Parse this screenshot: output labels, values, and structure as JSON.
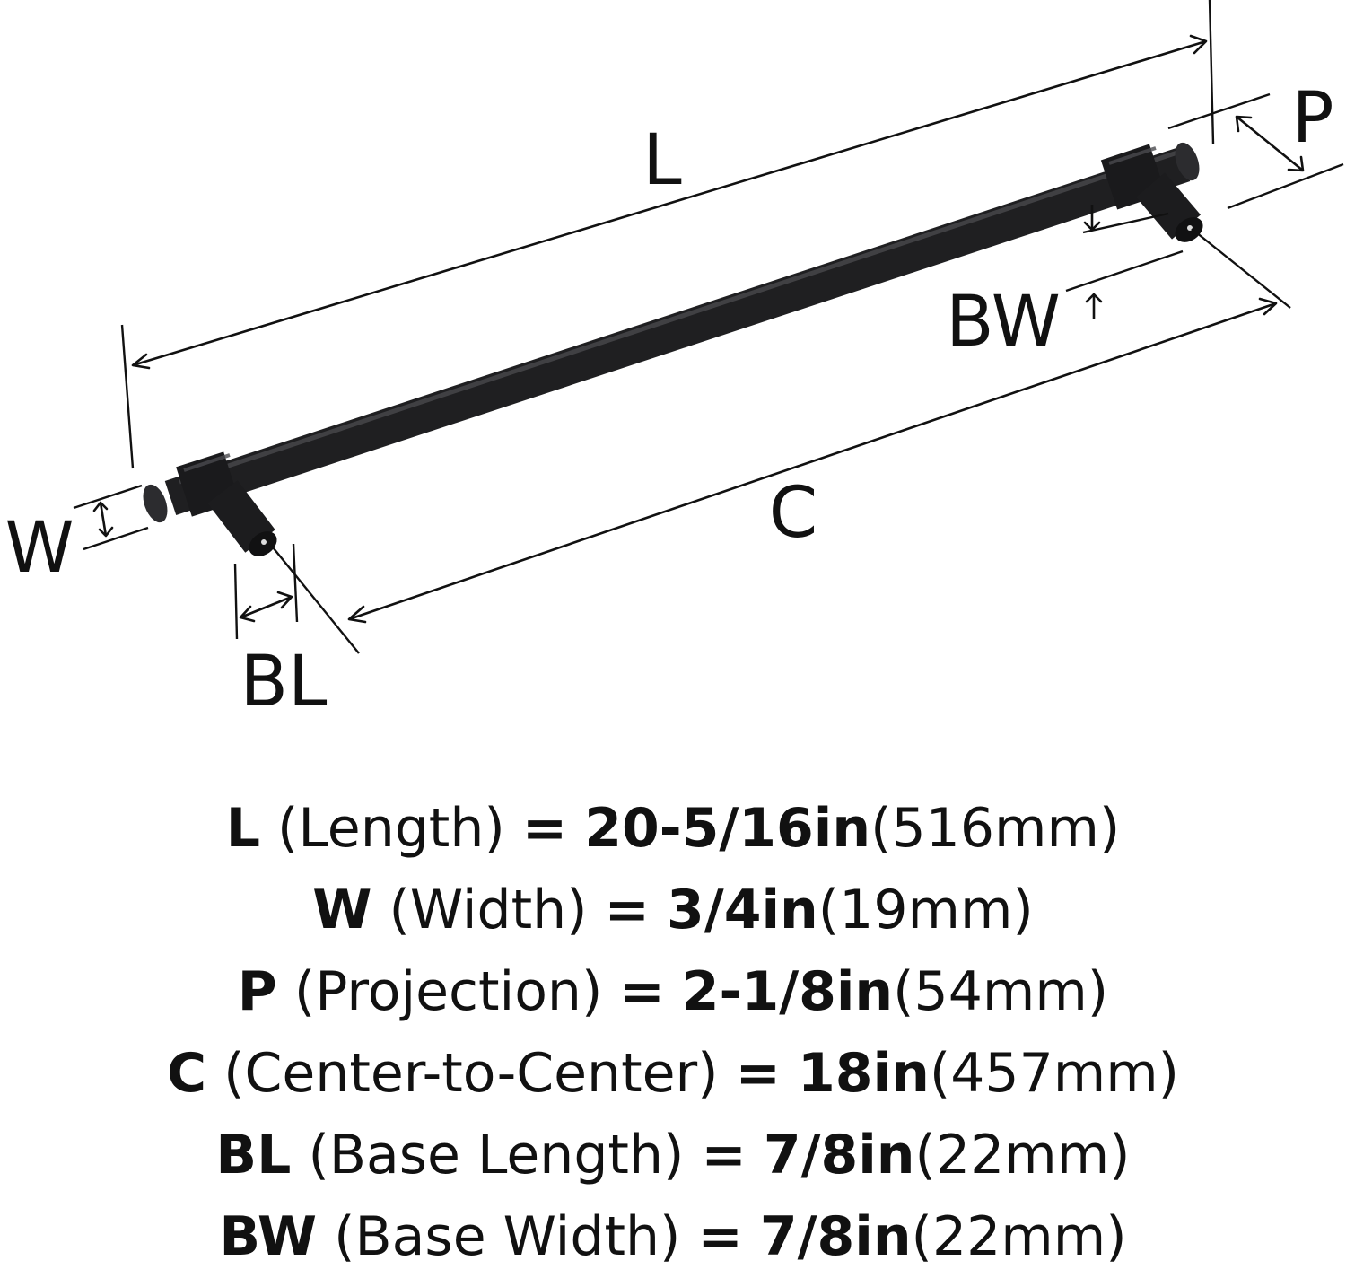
{
  "colors": {
    "ink": "#111111",
    "bar_dark": "#1c1c1e",
    "bar_mid": "#2e2e31",
    "bar_highlight": "#5a5a5e",
    "background": "#ffffff"
  },
  "diagram": {
    "labels": {
      "length": "L",
      "width": "W",
      "projection": "P",
      "center_to_center": "C",
      "base_length": "BL",
      "base_width": "BW"
    }
  },
  "specs": [
    {
      "symbol": "L",
      "name": "(Length)",
      "equals": "=",
      "imperial": "20-5/16in",
      "metric": "(516mm)"
    },
    {
      "symbol": "W",
      "name": "(Width)",
      "equals": "=",
      "imperial": "3/4in",
      "metric": "(19mm)"
    },
    {
      "symbol": "P",
      "name": "(Projection)",
      "equals": "=",
      "imperial": "2-1/8in",
      "metric": "(54mm)"
    },
    {
      "symbol": "C",
      "name": "(Center-to-Center)",
      "equals": "=",
      "imperial": "18in",
      "metric": "(457mm)"
    },
    {
      "symbol": "BL",
      "name": "(Base Length)",
      "equals": "=",
      "imperial": "7/8in",
      "metric": "(22mm)"
    },
    {
      "symbol": "BW",
      "name": "(Base Width)",
      "equals": "=",
      "imperial": "7/8in",
      "metric": "(22mm)"
    }
  ]
}
